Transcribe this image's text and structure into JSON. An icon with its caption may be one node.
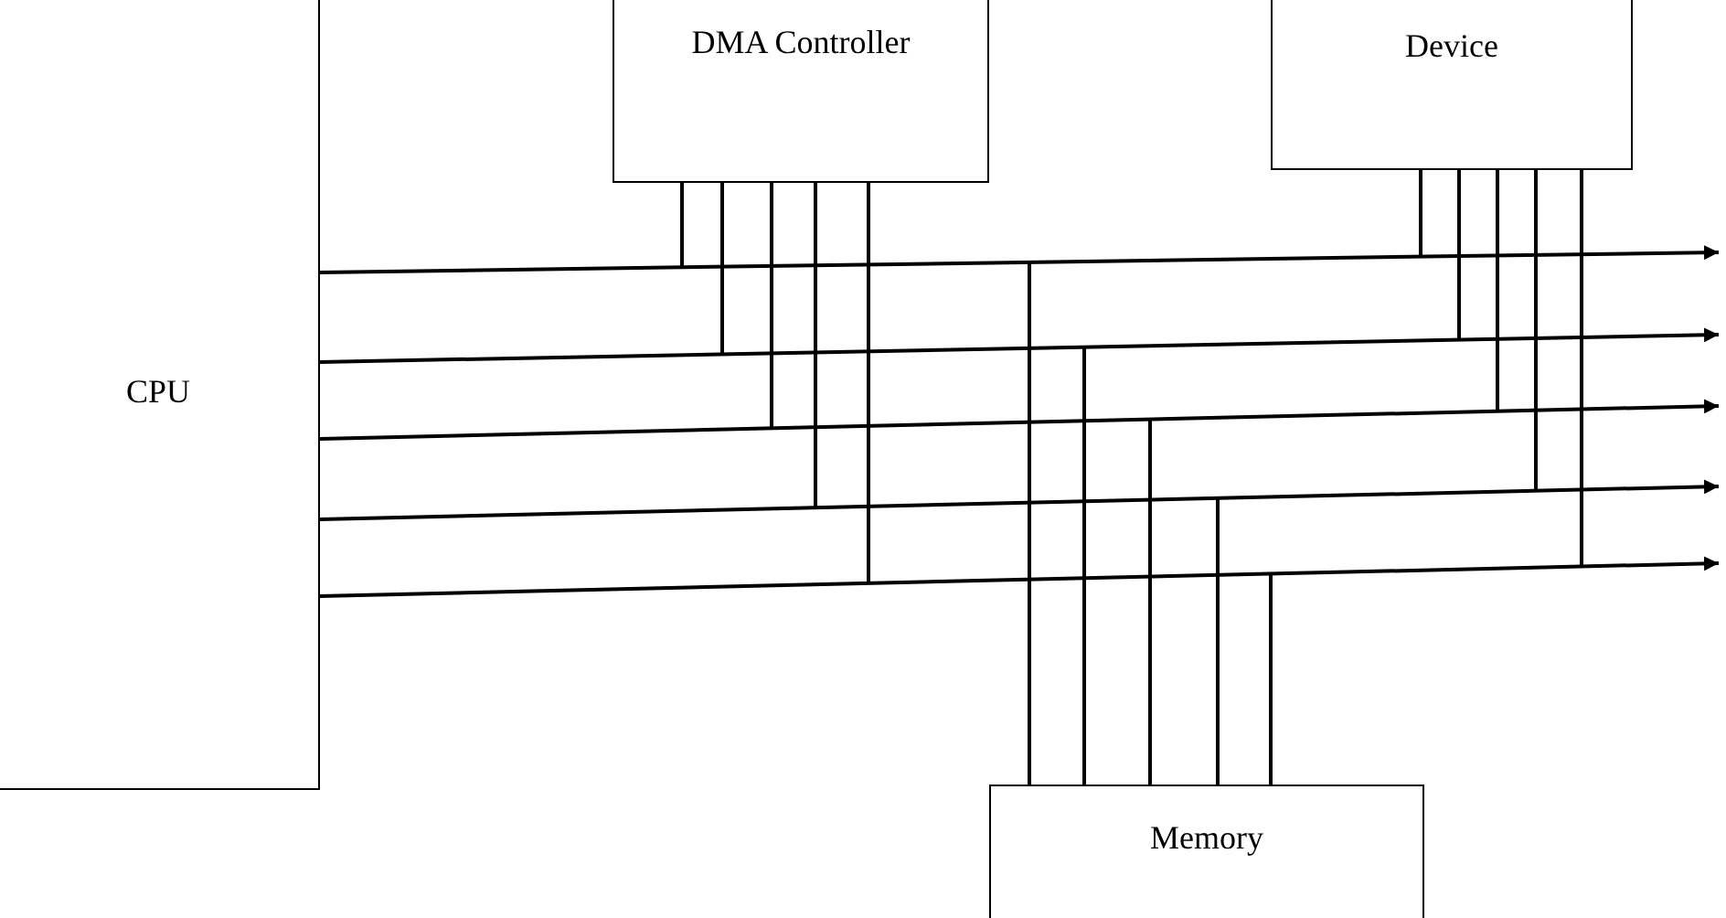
{
  "diagram": {
    "nodes": [
      {
        "text": [
          "CPU"
        ]
      },
      {
        "text": [
          "DMA Controller"
        ]
      },
      {
        "text": [
          "Device"
        ]
      },
      {
        "text": [
          "Memory"
        ]
      }
    ],
    "edges": [
      {
        "from": 0,
        "to": null,
        "arrow": "to"
      },
      {
        "from": 0,
        "to": null,
        "arrow": "to"
      },
      {
        "from": 0,
        "to": null,
        "arrow": "to"
      },
      {
        "from": 0,
        "to": null,
        "arrow": "to"
      },
      {
        "from": 0,
        "to": null,
        "arrow": "to"
      },
      {
        "from": 1,
        "to": null,
        "arrow": "none"
      },
      {
        "from": 1,
        "to": null,
        "arrow": "none"
      },
      {
        "from": 1,
        "to": null,
        "arrow": "none"
      },
      {
        "from": 1,
        "to": null,
        "arrow": "none"
      },
      {
        "from": 1,
        "to": null,
        "arrow": "none"
      },
      {
        "from": 2,
        "to": null,
        "arrow": "none"
      },
      {
        "from": 2,
        "to": null,
        "arrow": "none"
      },
      {
        "from": 2,
        "to": null,
        "arrow": "none"
      },
      {
        "from": 2,
        "to": null,
        "arrow": "none"
      },
      {
        "from": 2,
        "to": null,
        "arrow": "none"
      },
      {
        "from": 3,
        "to": null,
        "arrow": "none"
      },
      {
        "from": 3,
        "to": null,
        "arrow": "none"
      },
      {
        "from": 3,
        "to": null,
        "arrow": "none"
      },
      {
        "from": 3,
        "to": null,
        "arrow": "none"
      },
      {
        "from": 3,
        "to": null,
        "arrow": "none"
      }
    ]
  }
}
